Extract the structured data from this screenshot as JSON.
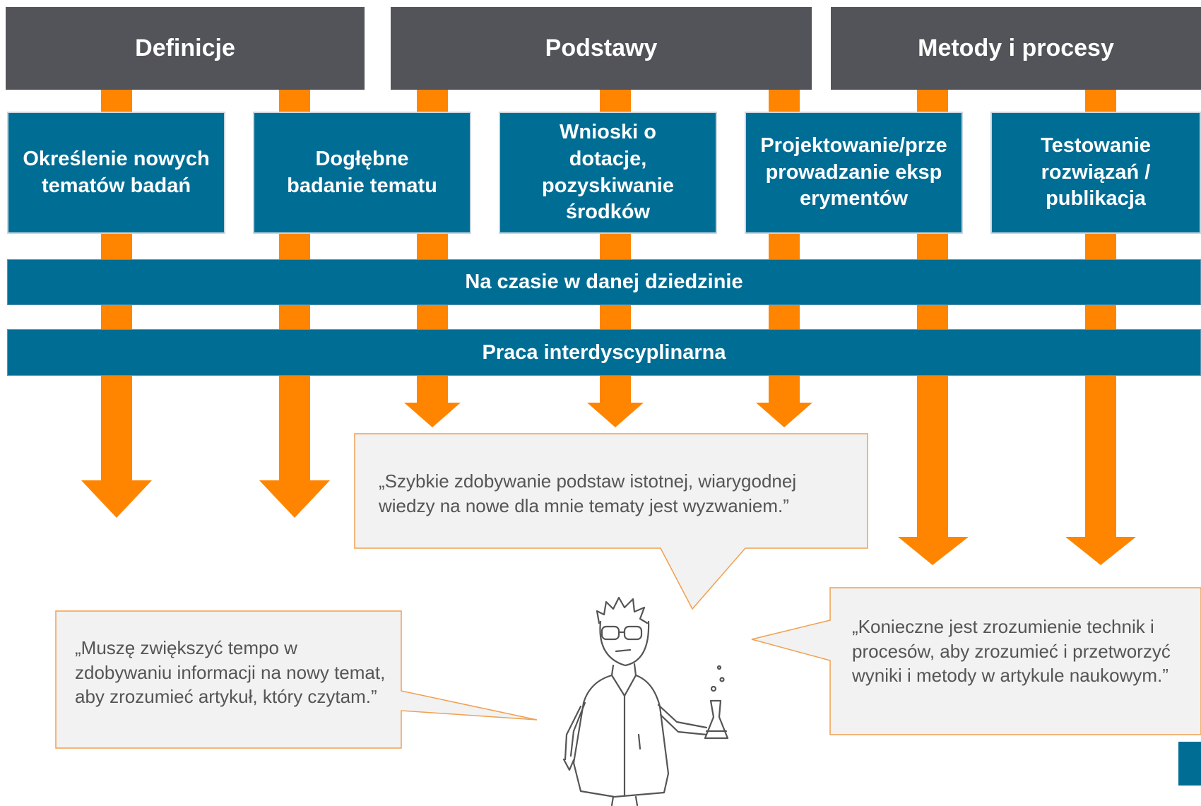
{
  "headers": [
    "Definicje",
    "Podstawy",
    "Metody i procesy"
  ],
  "stages": [
    "Określenie nowych tematów badań",
    "Dogłębne badanie tematu",
    "Wnioski o dotacje, pozyskiwanie środków",
    "Projektowanie/przeprowadzanie eksperymentów",
    "Testowanie rozwiązań / publikacja"
  ],
  "bands": [
    "Na czasie w danej dziedzinie",
    "Praca interdyscyplinarna"
  ],
  "quotes": {
    "left": "„Muszę zwiększyć tempo w zdobywaniu informacji na nowy temat, aby zrozumieć artykuł, który czytam.”",
    "center": "„Szybkie zdobywanie podstaw istotnej, wiarygodnej wiedzy na nowe dla mnie tematy jest wyzwaniem.”",
    "right": "„Konieczne jest zrozumienie technik i procesów, aby zrozumieć i przetworzyć wyniki i metody w artykule naukowym.”"
  },
  "colors": {
    "header": "#525459",
    "stage": "#006d94",
    "arrow": "#ff8500",
    "bubble_fill": "#f2f2f2",
    "bubble_border": "#f0a050"
  },
  "icons": [
    "scientist-sketch"
  ]
}
